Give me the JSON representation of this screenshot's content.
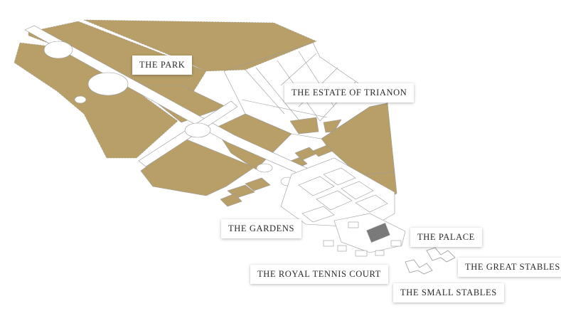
{
  "map": {
    "colors": {
      "land": "#b89f68",
      "path": "#ffffff",
      "outline": "#9a9a9a",
      "palace": "#7a7a7a"
    },
    "labels": {
      "park": "THE PARK",
      "trianon": "THE ESTATE OF TRIANON",
      "gardens": "THE GARDENS",
      "palace": "THE PALACE",
      "great_stables": "THE GREAT STABLES",
      "tennis_court": "THE ROYAL TENNIS COURT",
      "small_stables": "THE SMALL STABLES"
    }
  }
}
